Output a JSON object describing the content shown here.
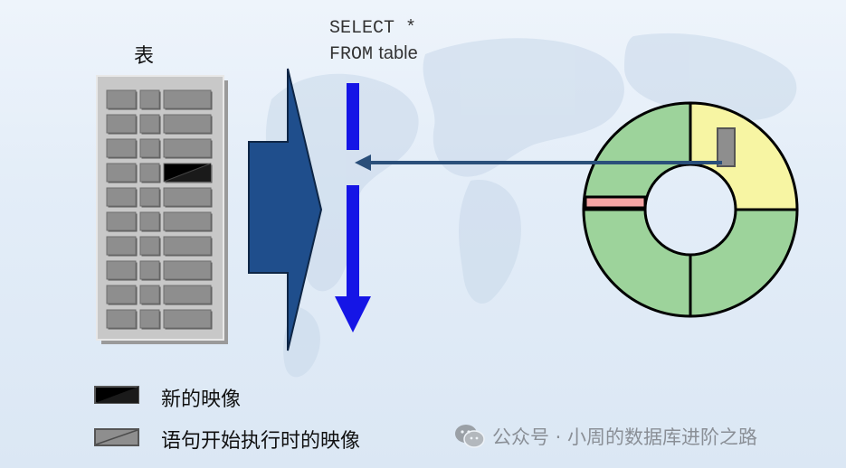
{
  "table_title": "表",
  "sql": {
    "line1": "SELECT *",
    "line2_keyword": "FROM",
    "line2_table": "table"
  },
  "legend": {
    "new_image": "新的映像",
    "start_image": "语句开始执行时的映像"
  },
  "watermark": {
    "text": "公众号 · 小周的数据库进阶之路",
    "icon": "wechat-icon"
  },
  "colors": {
    "table_frame": "#c8c8c8",
    "cell_gray": "#8e8e8e",
    "big_arrow": "#1f4e8c",
    "scan_arrow": "#1515e6",
    "pointer_arrow": "#2a4f7a",
    "ring_green": "#9dd39b",
    "ring_yellow": "#f7f5a3",
    "ring_pink": "#f4a3a3"
  },
  "table_grid": {
    "rows": 10,
    "cols": 3,
    "new_image_cell": {
      "row": 4,
      "col": 3
    }
  }
}
